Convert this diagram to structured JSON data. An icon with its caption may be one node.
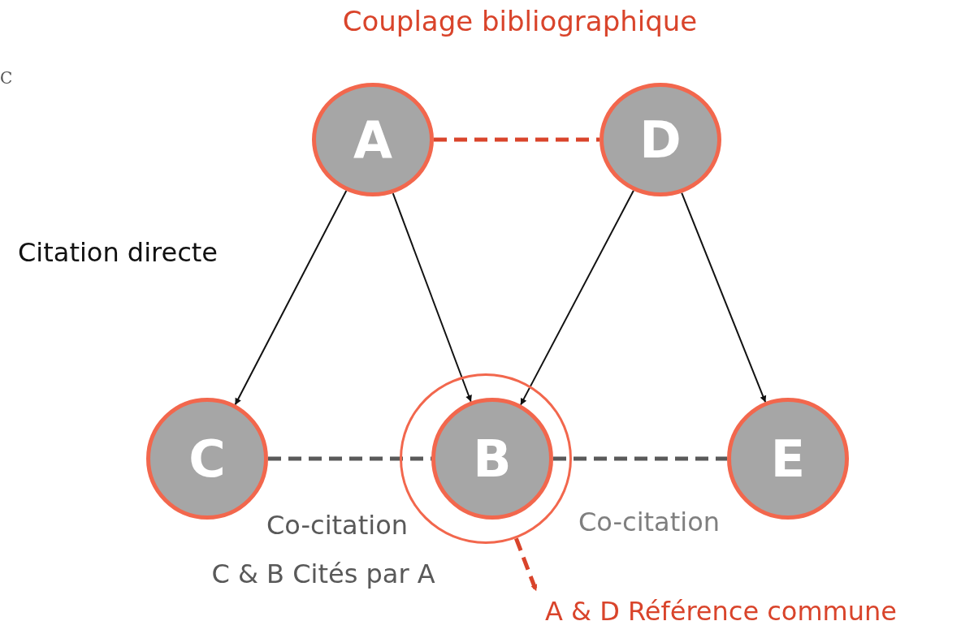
{
  "diagram": {
    "title": "Couplage bibliographique",
    "nodes": [
      {
        "text": [
          "A"
        ]
      },
      {
        "text": [
          "D"
        ]
      },
      {
        "text": [
          "C"
        ]
      },
      {
        "text": [],
        "shape": "circle"
      },
      {
        "text": [
          "B"
        ],
        "in": 3
      },
      {
        "text": [
          "E"
        ]
      },
      {
        "text": [
          "A & D Référence commune"
        ]
      }
    ],
    "edges": [
      {
        "from": 0,
        "to": 1,
        "arrow": "none",
        "style": "dashed",
        "color": "#d9442b"
      },
      {
        "from": 0,
        "to": 2,
        "arrow": "to"
      },
      {
        "from": 0,
        "to": 4,
        "arrow": "to"
      },
      {
        "from": 1,
        "to": 4,
        "arrow": "to"
      },
      {
        "from": 1,
        "to": 5,
        "arrow": "to"
      },
      {
        "from": 2,
        "to": 4,
        "arrow": "none",
        "style": "dashed",
        "color": "#595959"
      },
      {
        "from": 4,
        "to": 5,
        "arrow": "none",
        "style": "dashed",
        "color": "#595959"
      },
      {
        "from": 3,
        "to": 6,
        "arrow": "to",
        "style": "dashed",
        "color": "#d9442b"
      }
    ],
    "labels": [
      "C",
      "Citation directe",
      "Co-citation",
      "C & B Cités par A",
      "Co-citation"
    ]
  }
}
